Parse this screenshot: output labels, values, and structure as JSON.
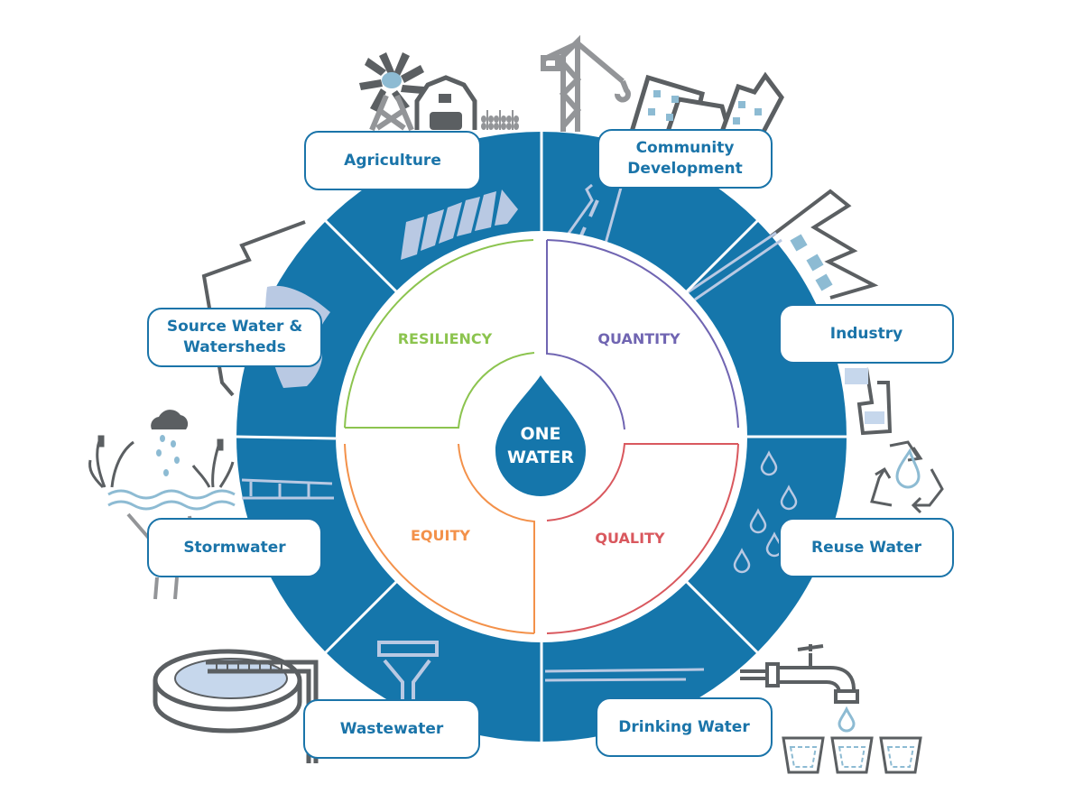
{
  "title": "One Water",
  "center": {
    "line1": "ONE",
    "line2": "WATER"
  },
  "quadrants": [
    {
      "label": "RESILIENCY",
      "color": "#8cc44f"
    },
    {
      "label": "QUANTITY",
      "color": "#7065b2"
    },
    {
      "label": "QUALITY",
      "color": "#d9585e"
    },
    {
      "label": "EQUITY",
      "color": "#f3914a"
    }
  ],
  "sectors": [
    {
      "label": "Agriculture"
    },
    {
      "label": "Community Development"
    },
    {
      "label": "Industry"
    },
    {
      "label": "Reuse Water"
    },
    {
      "label": "Drinking Water"
    },
    {
      "label": "Wastewater"
    },
    {
      "label": "Stormwater"
    },
    {
      "label": "Source Water & Watersheds"
    }
  ],
  "colors": {
    "ring": "#1576ab",
    "ring_accent": "#b9c9e3",
    "label_border": "#1a74a9",
    "label_text": "#1a74a9",
    "icon_gray": "#5b5f62",
    "icon_light_gray": "#939598",
    "icon_blue": "#8dbbd3"
  }
}
